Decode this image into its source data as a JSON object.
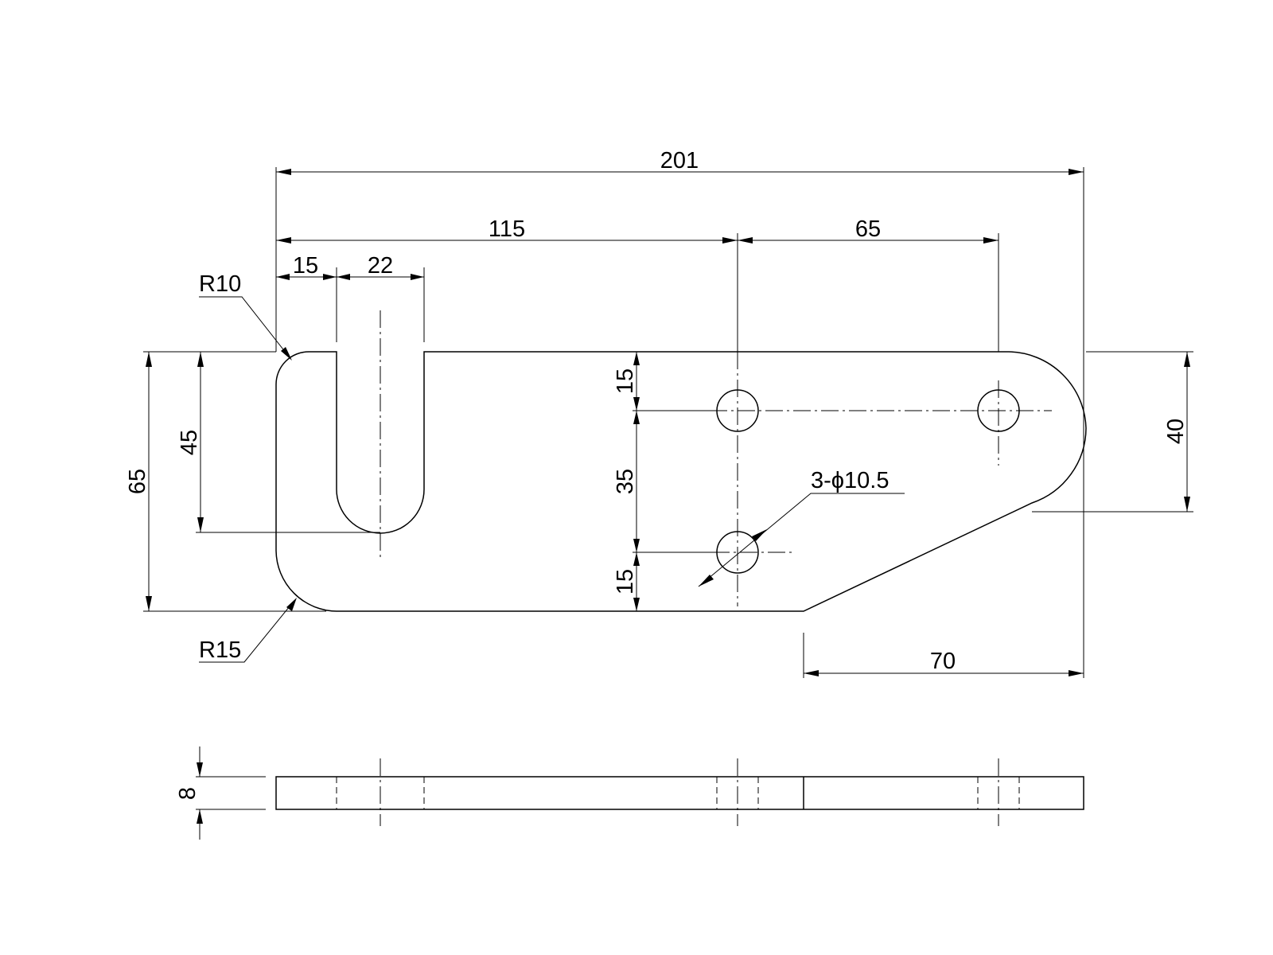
{
  "dimensions": {
    "overall_length": "201",
    "hole_1_position": "115",
    "hole_spacing": "65",
    "slot_offset": "15",
    "slot_width": "22",
    "slot_depth": "45",
    "overall_height": "65",
    "hole_top_offset": "15",
    "hole_vertical_spacing": "35",
    "hole_bottom_offset": "15",
    "right_height": "40",
    "chamfer_length": "70",
    "thickness": "8"
  },
  "annotations": {
    "corner_radius_top": "R10",
    "corner_radius_bottom": "R15",
    "hole_callout": "3-ϕ10.5"
  }
}
